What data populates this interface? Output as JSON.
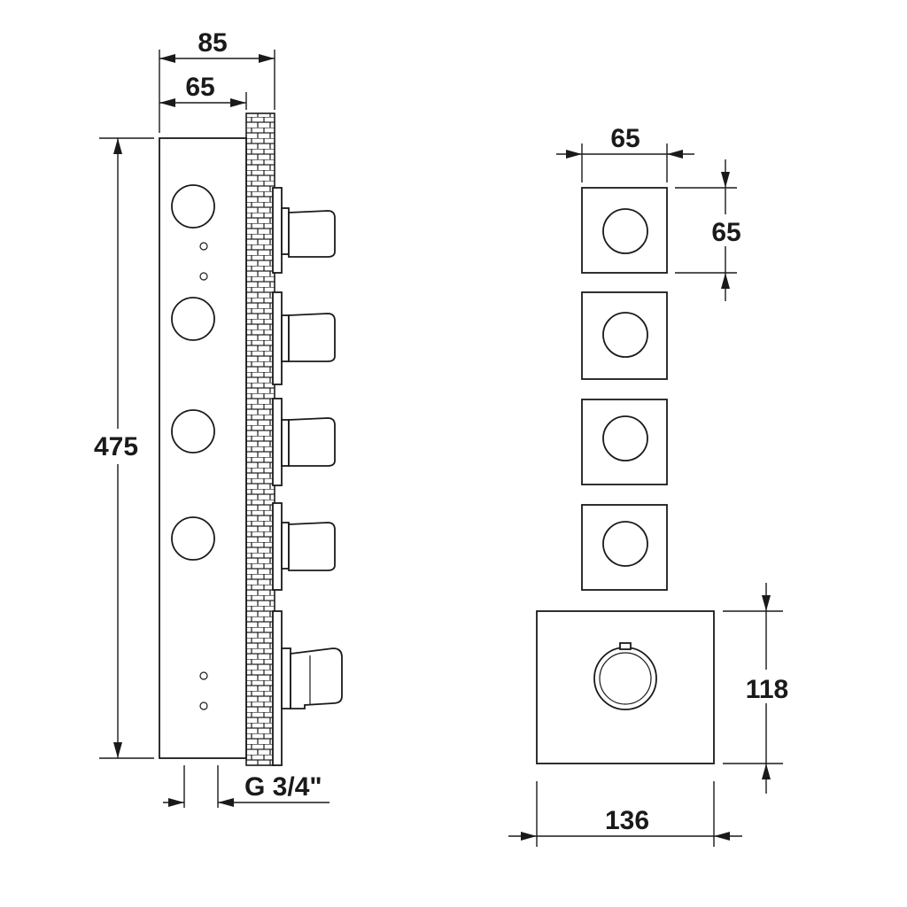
{
  "dimensions": {
    "side_total_width": "85",
    "side_panel_width": "65",
    "side_height": "475",
    "connection": "G 3/4\"",
    "small_plate_width": "65",
    "small_plate_height": "65",
    "large_plate_height": "118",
    "large_plate_width": "136"
  },
  "colors": {
    "ink": "#1a1a1a",
    "background": "#ffffff"
  }
}
